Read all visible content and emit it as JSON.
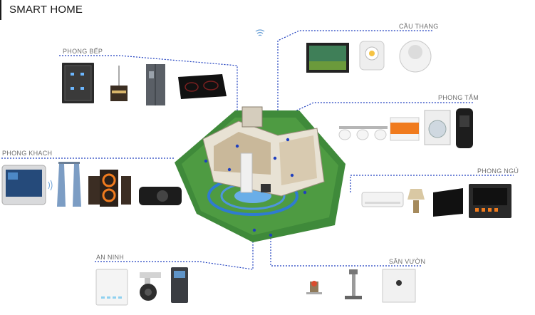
{
  "title": "SMART HOME",
  "rooms": {
    "phong_bep": "PHONG BẾP",
    "cau_thang": "CẦU THANG",
    "phong_tam": "PHONG TẮM",
    "phong_khach": "PHONG KHACH",
    "phong_ngu": "PHONG NGỦ",
    "an_ninh": "AN NINH",
    "san_vuon": "SÂN VƯỜN"
  },
  "colors": {
    "connector": "#1f3fbf",
    "lawn": "#3f8a3a",
    "ring": "#2f7bd1",
    "accent_orange": "#f07b1e"
  }
}
